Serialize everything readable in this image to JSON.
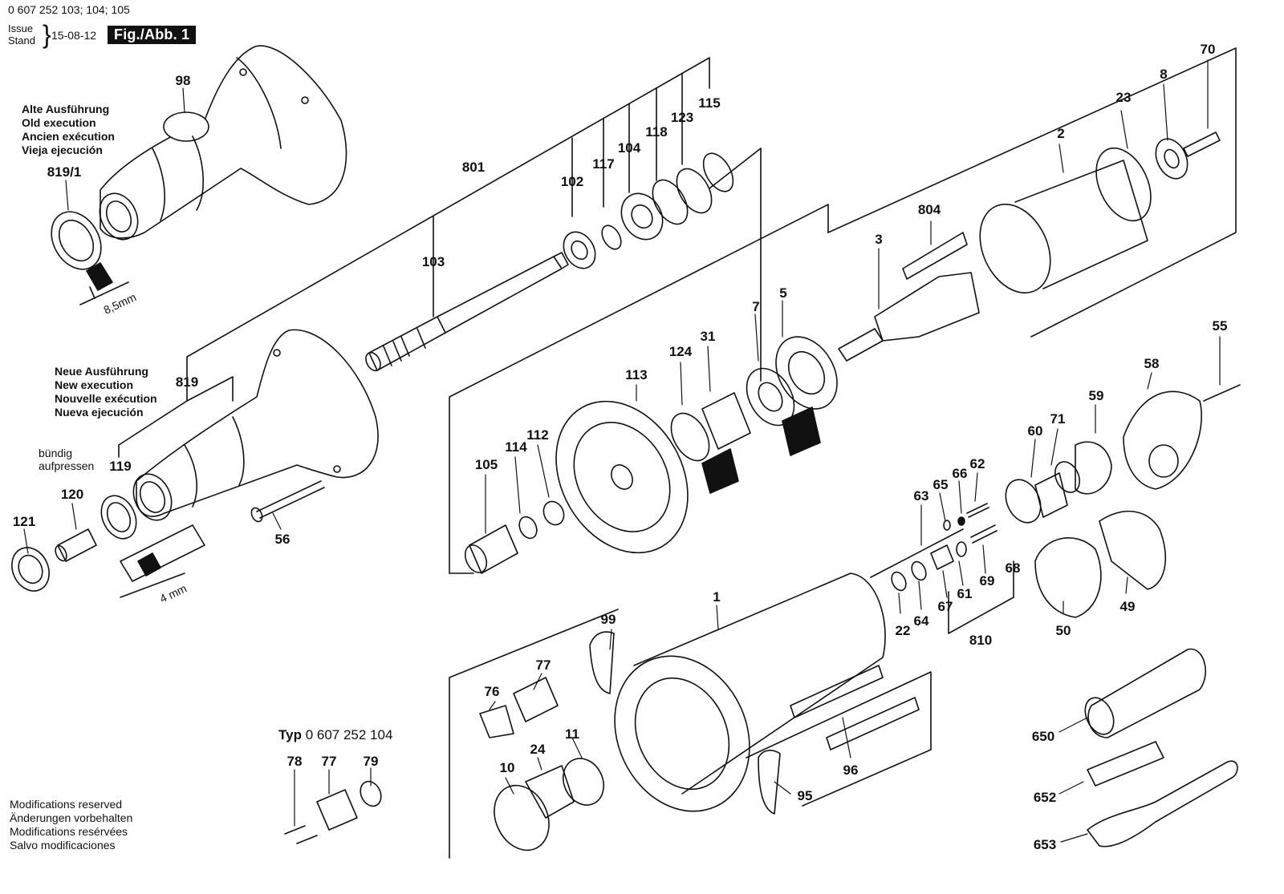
{
  "header": {
    "part_numbers": "0 607 252 103; 104; 105",
    "issue_line1": "Issue",
    "issue_line2": "Stand",
    "date": "15-08-12",
    "figure_label": "Fig./Abb. 1"
  },
  "old_execution": {
    "de": "Alte Ausführung",
    "en": "Old execution",
    "fr": "Ancien exécution",
    "es": "Vieja ejecución"
  },
  "new_execution": {
    "de": "Neue Ausführung",
    "en": "New execution",
    "fr": "Nouvelle exécution",
    "es": "Nueva ejecución"
  },
  "press_note": {
    "line1": "bündig",
    "line2": "aufpressen"
  },
  "dimensions": {
    "d1": "8,5mm",
    "d2": "4 mm"
  },
  "type_label": {
    "prefix": "Typ",
    "number": "0 607 252 104"
  },
  "footer": {
    "line1": "Modifications reserved",
    "line2": "Änderungen vorbehalten",
    "line3": "Modifications resérvées",
    "line4": "Salvo modificaciones"
  },
  "callouts": {
    "98": "98",
    "819_1": "819/1",
    "801": "801",
    "102": "102",
    "117": "117",
    "104": "104",
    "118": "118",
    "123": "123",
    "115": "115",
    "103": "103",
    "819": "819",
    "119": "119",
    "120": "120",
    "121": "121",
    "56": "56",
    "804": "804",
    "3": "3",
    "2": "2",
    "23": "23",
    "8": "8",
    "70": "70",
    "5": "5",
    "7": "7",
    "31": "31",
    "124": "124",
    "113": "113",
    "105": "105",
    "114": "114",
    "112": "112",
    "55": "55",
    "58": "58",
    "59": "59",
    "71": "71",
    "60": "60",
    "62": "62",
    "66": "66",
    "65": "65",
    "63": "63",
    "69": "69",
    "68": "68",
    "61": "61",
    "67": "67",
    "64": "64",
    "22": "22",
    "810": "810",
    "50": "50",
    "49": "49",
    "1": "1",
    "99": "99",
    "77": "77",
    "76": "76",
    "11": "11",
    "24": "24",
    "10": "10",
    "95": "95",
    "96": "96",
    "650": "650",
    "652": "652",
    "653": "653",
    "78": "78",
    "77b": "77",
    "79": "79"
  }
}
